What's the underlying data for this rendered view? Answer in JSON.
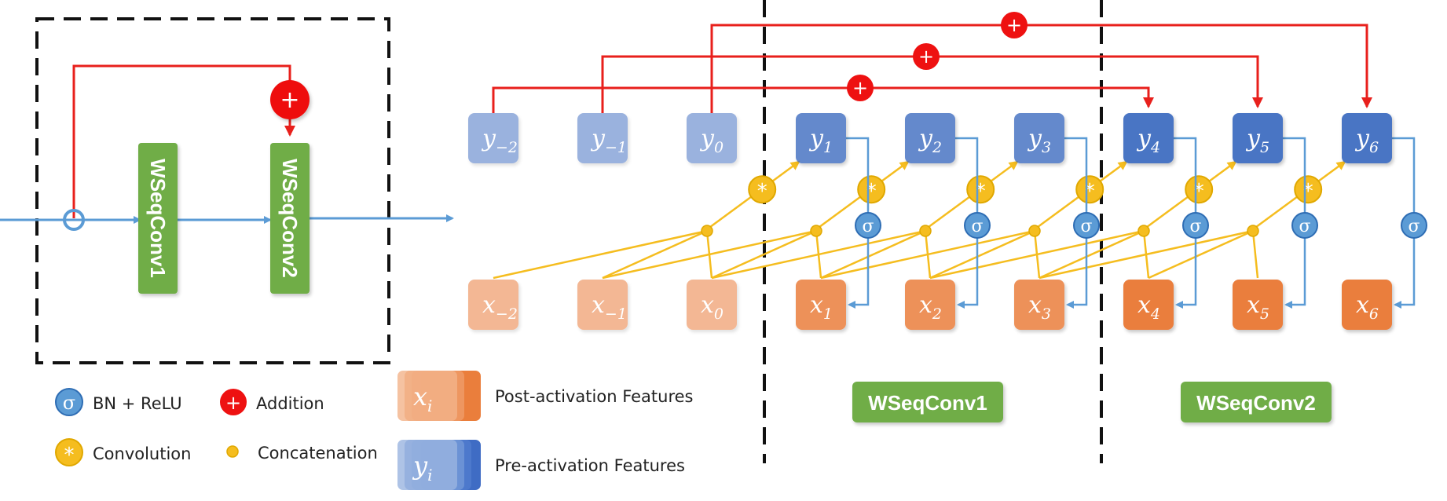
{
  "colors": {
    "x_node": "#ea7e3c",
    "y_node": "#4a74c4",
    "block": "#70ad47",
    "addition": "#ee1111",
    "residual_line": "#e8201c",
    "conv_line": "#f5bd1f",
    "act_line": "#5b9bd5",
    "sigma": "#4a8fd0"
  },
  "left_block": {
    "block1_label": "WSeqConv1",
    "block2_label": "WSeqConv2",
    "plus_symbol": "+"
  },
  "nodes": {
    "y": [
      {
        "base": "y",
        "sub": "−2"
      },
      {
        "base": "y",
        "sub": "−1"
      },
      {
        "base": "y",
        "sub": "0"
      },
      {
        "base": "y",
        "sub": "1"
      },
      {
        "base": "y",
        "sub": "2"
      },
      {
        "base": "y",
        "sub": "3"
      },
      {
        "base": "y",
        "sub": "4"
      },
      {
        "base": "y",
        "sub": "5"
      },
      {
        "base": "y",
        "sub": "6"
      }
    ],
    "x": [
      {
        "base": "x",
        "sub": "−2"
      },
      {
        "base": "x",
        "sub": "−1"
      },
      {
        "base": "x",
        "sub": "0"
      },
      {
        "base": "x",
        "sub": "1"
      },
      {
        "base": "x",
        "sub": "2"
      },
      {
        "base": "x",
        "sub": "3"
      },
      {
        "base": "x",
        "sub": "4"
      },
      {
        "base": "x",
        "sub": "5"
      },
      {
        "base": "x",
        "sub": "6"
      }
    ]
  },
  "symbols": {
    "sigma": "σ",
    "star": "*",
    "plus": "+"
  },
  "section_labels": {
    "left": "WSeqConv1",
    "right": "WSeqConv2"
  },
  "legend": {
    "bn_relu": "BN + ReLU",
    "addition": "Addition",
    "convolution": "Convolution",
    "concatenation": "Concatenation",
    "post_activation": "Post-activation Features",
    "pre_activation": "Pre-activation Features",
    "post_symbol": {
      "base": "x",
      "sub": "i"
    },
    "pre_symbol": {
      "base": "y",
      "sub": "i"
    }
  }
}
